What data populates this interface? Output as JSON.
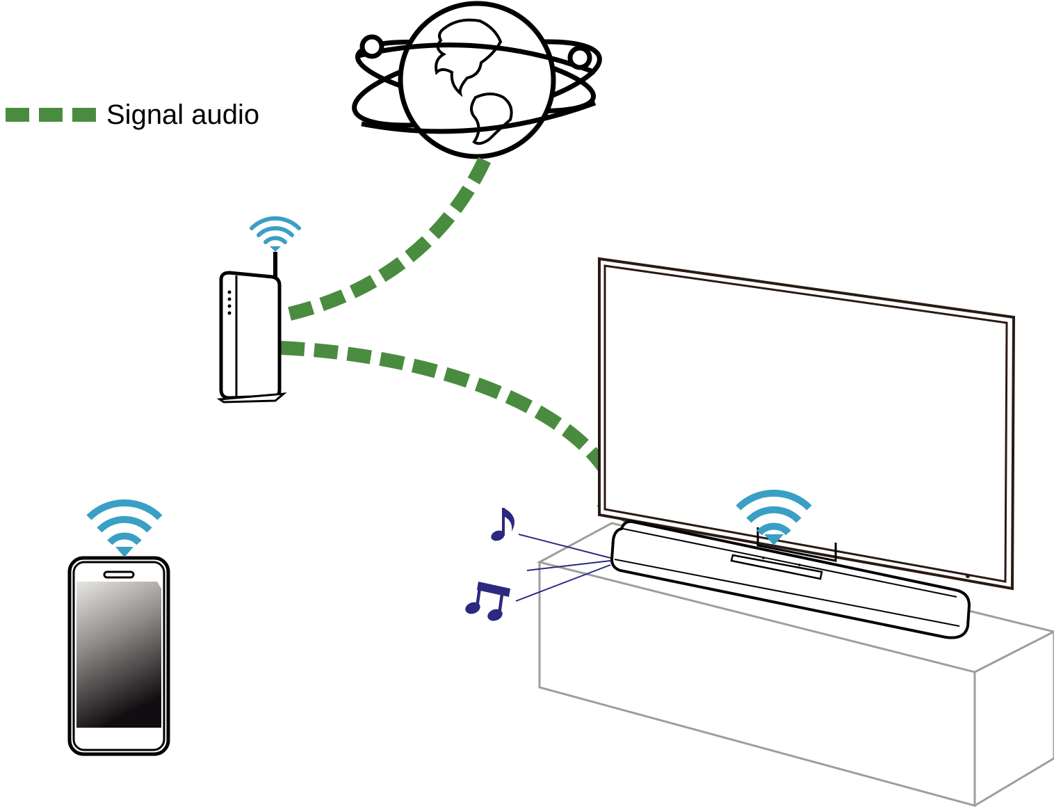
{
  "legend": {
    "label": "Signal audio",
    "line_style": "dashed"
  },
  "colors": {
    "signal": "#4a8c3f",
    "wifi": "#3a9fc4",
    "notes": "#2b2a80",
    "outline": "#1a1a1a",
    "furniture": "#9e9e9e",
    "tv_frame": "#2a1a14"
  },
  "devices": [
    {
      "name": "internet-globe",
      "icon": "globe-with-orbits-icon",
      "wireless": false
    },
    {
      "name": "wifi-router",
      "icon": "router-icon",
      "wireless": true
    },
    {
      "name": "smartphone",
      "icon": "phone-icon",
      "wireless": true
    },
    {
      "name": "television",
      "icon": "tv-icon",
      "wireless": false
    },
    {
      "name": "soundbar",
      "icon": "soundbar-icon",
      "wireless": true
    }
  ],
  "connections": [
    {
      "from": "internet-globe",
      "to": "wifi-router",
      "style": "dashed"
    },
    {
      "from": "wifi-router",
      "to": "soundbar",
      "style": "dashed",
      "arrow": "end"
    }
  ]
}
